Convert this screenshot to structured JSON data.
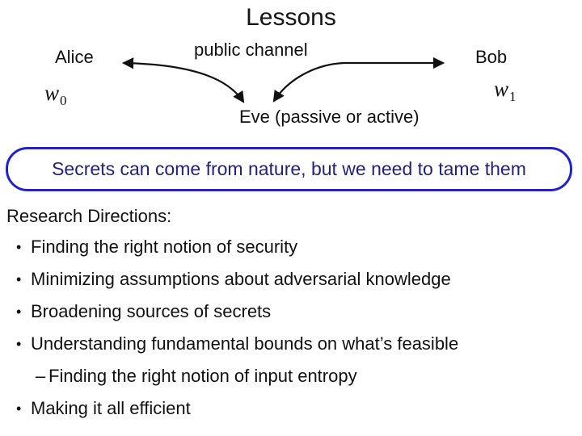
{
  "slide": {
    "title": "Lessons",
    "diagram": {
      "alice_label": "Alice",
      "bob_label": "Bob",
      "channel_label": "public channel",
      "eve_label": "Eve (passive or active)",
      "w0": {
        "base": "w",
        "sub": "0"
      },
      "w1": {
        "base": "w",
        "sub": "1"
      },
      "arrow_color": "#111111"
    },
    "callout": {
      "text": "Secrets can come from nature, but we need to tame them",
      "border_color": "#2222cc",
      "text_color": "#22227a"
    },
    "research": {
      "heading": "Research Directions:",
      "bullets": [
        {
          "level": 1,
          "marker": "•",
          "text": "Finding the right notion of security"
        },
        {
          "level": 1,
          "marker": "•",
          "text": "Minimizing assumptions about adversarial knowledge"
        },
        {
          "level": 1,
          "marker": "•",
          "text": "Broadening sources of secrets"
        },
        {
          "level": 1,
          "marker": "•",
          "text": "Understanding fundamental bounds on what’s feasible"
        },
        {
          "level": 2,
          "marker": "–",
          "text": "Finding the right notion of input entropy"
        },
        {
          "level": 1,
          "marker": "•",
          "text": "Making it all efficient"
        }
      ]
    }
  }
}
